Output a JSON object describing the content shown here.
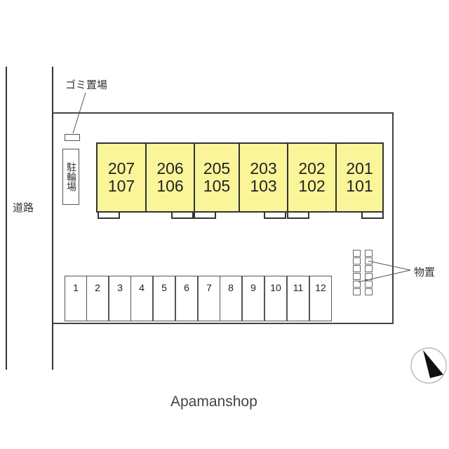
{
  "road_label": "道路",
  "garbage_label": "ゴミ置場",
  "bicycle_label": "駐輪場",
  "storage_label": "物置",
  "watermark": "Apamanshop",
  "units": [
    {
      "upper": "207",
      "lower": "107"
    },
    {
      "upper": "206",
      "lower": "106"
    },
    {
      "upper": "205",
      "lower": "105"
    },
    {
      "upper": "203",
      "lower": "103"
    },
    {
      "upper": "202",
      "lower": "102"
    },
    {
      "upper": "201",
      "lower": "101"
    }
  ],
  "parking_spaces": [
    "1",
    "2",
    "3",
    "4",
    "5",
    "6",
    "7",
    "8",
    "9",
    "10",
    "11",
    "12"
  ],
  "colors": {
    "unit_fill": "#fbf59a"
  }
}
